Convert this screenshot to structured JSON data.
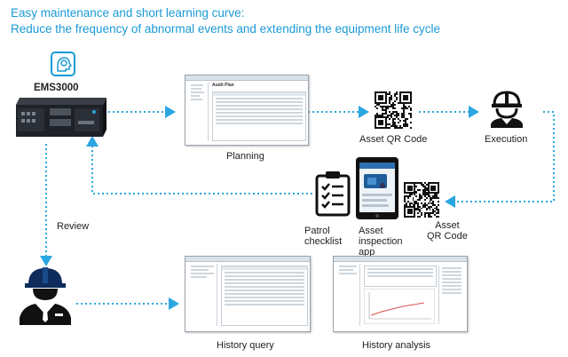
{
  "header": {
    "line1": "Easy maintenance and short learning curve:",
    "line2": "Reduce the frequency of abnormal events and extending the equipment life cycle"
  },
  "nodes": {
    "server": {
      "label": "EMS3000",
      "icon": "gear-head-icon"
    },
    "planning": {
      "label": "Planning",
      "window_title": "Audit Plan"
    },
    "asset_qr_top": {
      "label": "Asset QR Code"
    },
    "execution": {
      "label": "Execution",
      "icon": "worker-hardhat-icon"
    },
    "patrol_checklist": {
      "label_line1": "Patrol",
      "label_line2": "checklist",
      "icon": "clipboard-checklist-icon"
    },
    "inspection_app": {
      "label_line1": "Asset",
      "label_line2": "inspection",
      "label_line3": "app"
    },
    "asset_qr_bottom": {
      "label_line1": "Asset",
      "label_line2": "QR Code"
    },
    "review": {
      "label": "Review"
    },
    "manager": {
      "icon": "manager-hardhat-icon"
    },
    "history_query": {
      "label": "History query"
    },
    "history_analysis": {
      "label": "History analysis"
    }
  },
  "colors": {
    "heading": "#1a9ad6",
    "arrow": "#2aa6e0",
    "icon_navy": "#0d2c5c"
  }
}
